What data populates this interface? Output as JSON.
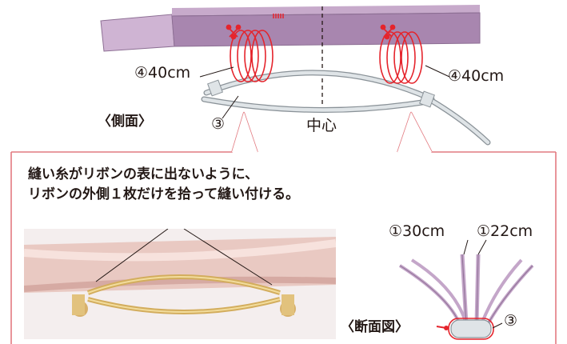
{
  "side_view": {
    "label": "〈側面〉",
    "thread_left": "④40cm",
    "thread_right": "④40cm",
    "handle_ref": "③",
    "center": "中心"
  },
  "callout": {
    "note_line1": "縫い糸がリボンの表に出ないように、",
    "note_line2": "リボンの外側１枚だけを拾って縫い付ける。"
  },
  "section_view": {
    "label": "〈断面図〉",
    "ribbon_a": "①30cm",
    "ribbon_b": "①22cm",
    "handle_ref": "③"
  },
  "colors": {
    "callout_border": "#e27a80",
    "thread": "#e5242c",
    "ribbon_top": "#c4a6c9",
    "ribbon_front": "#a886af",
    "handle": "#d7dde1"
  }
}
